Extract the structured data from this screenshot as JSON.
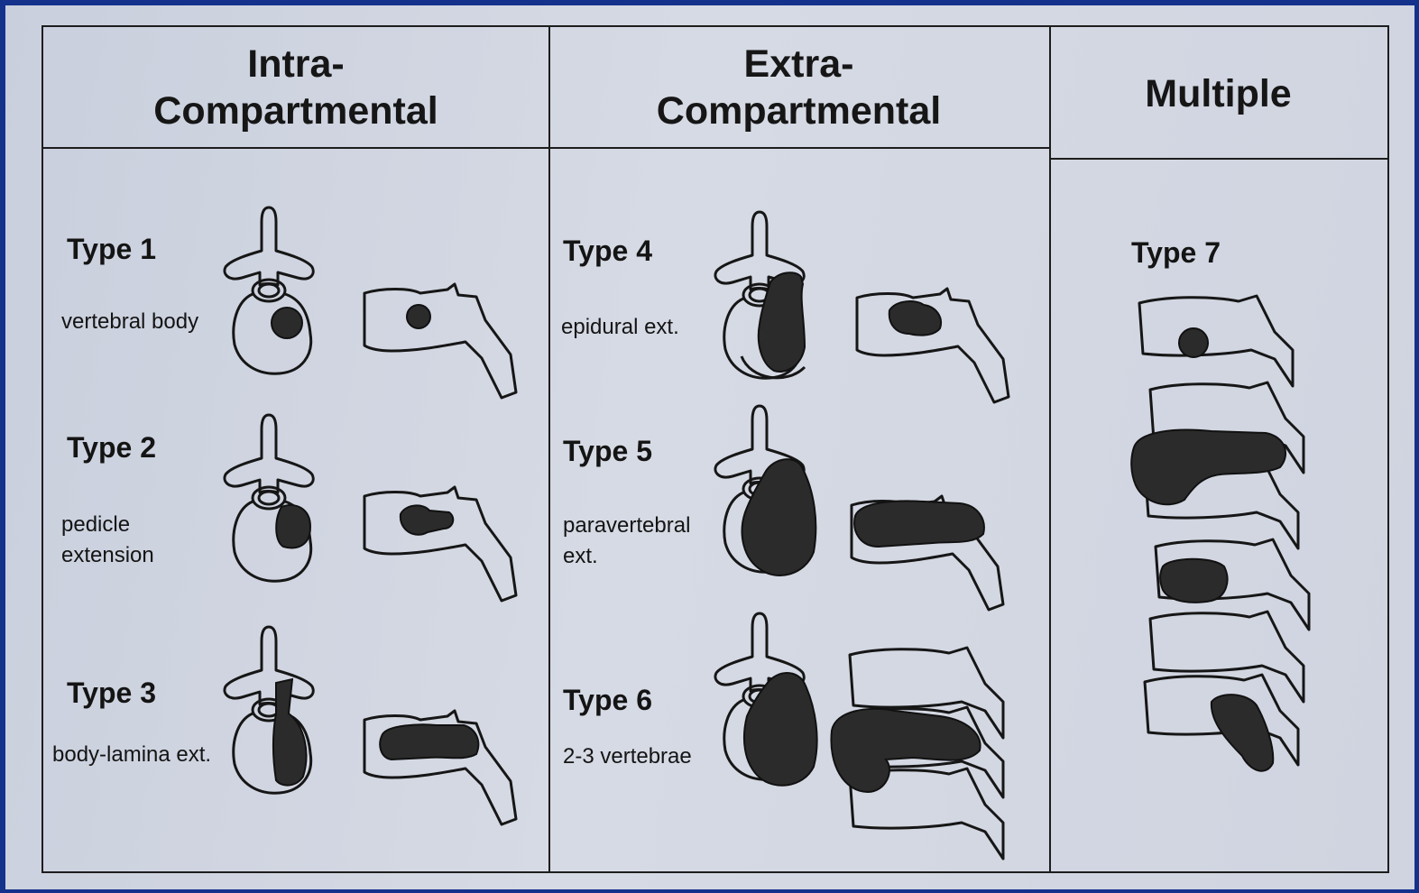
{
  "headers": {
    "intra_line1": "Intra-",
    "intra_line2": "Compartmental",
    "extra_line1": "Extra-",
    "extra_line2": "Compartmental",
    "multiple": "Multiple"
  },
  "types": [
    {
      "label": "Type 1",
      "desc": "vertebral body"
    },
    {
      "label": "Type 2",
      "desc": "pedicle extension"
    },
    {
      "label": "Type 3",
      "desc": "body-lamina ext."
    },
    {
      "label": "Type 4",
      "desc": "epidural ext."
    },
    {
      "label": "Type 5",
      "desc": "paravertebral ext."
    },
    {
      "label": "Type 6",
      "desc": "2-3 vertebrae"
    },
    {
      "label": "Type 7",
      "desc": ""
    }
  ],
  "colors": {
    "frame": "#14318c",
    "paper": "#d0d5e0",
    "ink": "#161616"
  }
}
